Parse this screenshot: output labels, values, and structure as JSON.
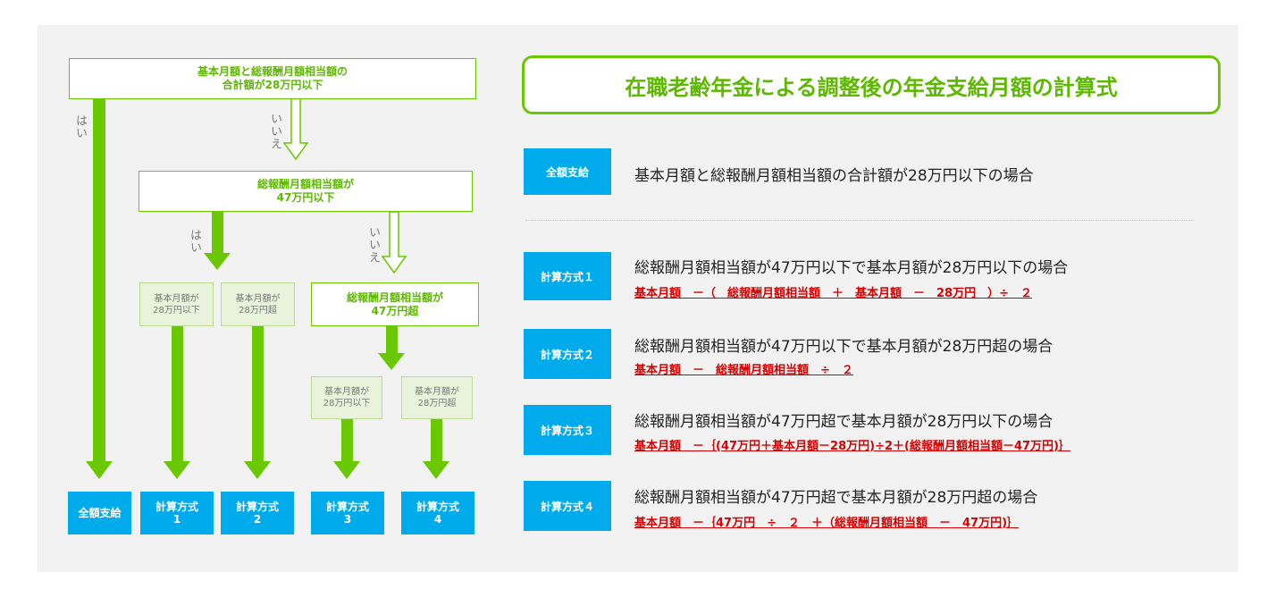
{
  "title": "在職老齢年金による調整後の年金支給月額の計算式",
  "flow": {
    "decision1": "基本月額と総報酬月額相当額の\n合計額が28万円以下",
    "decision2": "総報酬月額相当額が\n47万円以下",
    "decision3": "総報酬月額相当額が\n47万円超",
    "yes": "はい",
    "no": "いいえ",
    "sub_le28": "基本月額が\n28万円以下",
    "sub_gt28": "基本月額が\n28万円超",
    "results": [
      "全額支給",
      "計算方式\n1",
      "計算方式\n2",
      "計算方式\n3",
      "計算方式\n4"
    ]
  },
  "rows": [
    {
      "tag": "全額支給",
      "desc": "基本月額と総報酬月額相当額の合計額が28万円以下の場合",
      "formula": ""
    },
    {
      "tag": "計算方式１",
      "desc": "総報酬月額相当額が47万円以下で基本月額が28万円以下の場合",
      "formula": "基本月額　－（　総報酬月額相当額　＋　基本月額　－　28万円　）÷　２"
    },
    {
      "tag": "計算方式２",
      "desc": "総報酬月額相当額が47万円以下で基本月額が28万円超の場合",
      "formula": "基本月額　－　総報酬月額相当額　÷　２"
    },
    {
      "tag": "計算方式３",
      "desc": "総報酬月額相当額が47万円超で基本月額が28万円以下の場合",
      "formula": "基本月額　－｛(47万円＋基本月額－28万円)÷2＋(総報酬月額相当額－47万円)｝"
    },
    {
      "tag": "計算方式４",
      "desc": "総報酬月額相当額が47万円超で基本月額が28万円超の場合",
      "formula": "基本月額　－｛47万円　÷　２　＋（総報酬月額相当額　－　47万円)｝"
    }
  ],
  "colors": {
    "green": "#6ac800",
    "blue": "#00abeb",
    "red": "#d80000"
  }
}
